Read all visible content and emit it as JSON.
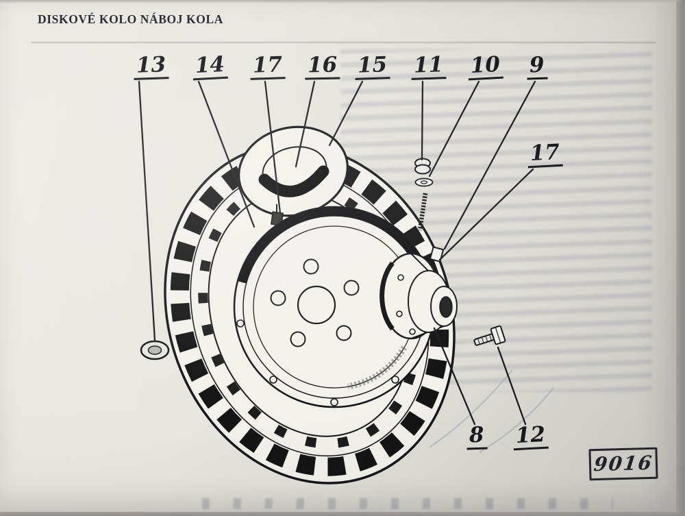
{
  "page": {
    "title": "DISKOVÉ KOLO NÁBOJ KOLA",
    "stamp": "9016"
  },
  "callouts": [
    {
      "label": "13"
    },
    {
      "label": "14"
    },
    {
      "label": "17"
    },
    {
      "label": "16"
    },
    {
      "label": "15"
    },
    {
      "label": "11"
    },
    {
      "label": "10"
    },
    {
      "label": "9"
    },
    {
      "label": "17"
    },
    {
      "label": "8"
    },
    {
      "label": "12"
    }
  ],
  "colors": {
    "paper": "#e9e7e1",
    "ink": "#16161a",
    "bleed": "#8a92ac"
  }
}
